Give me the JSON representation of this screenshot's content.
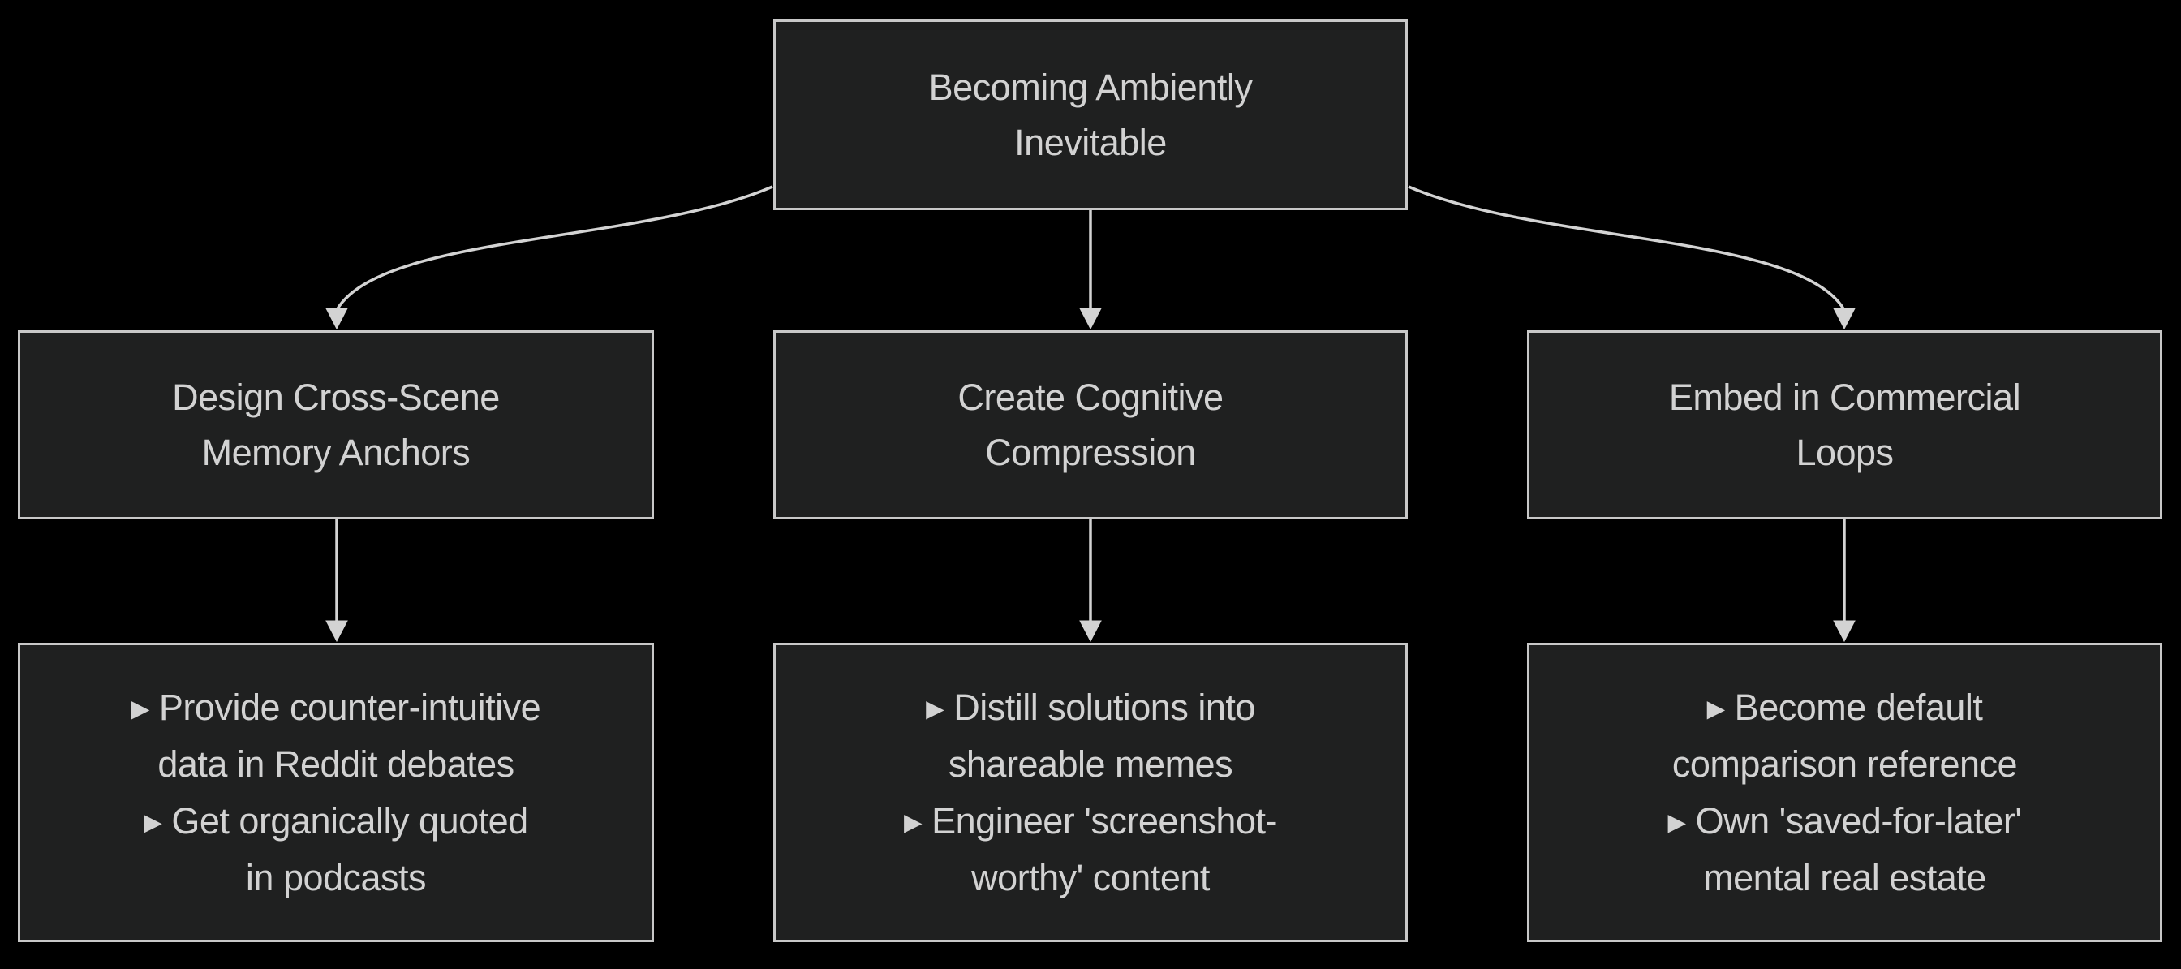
{
  "diagram": {
    "title_node": {
      "lines": [
        "Becoming Ambiently",
        "Inevitable"
      ]
    },
    "branches": [
      {
        "id": "memory-anchors",
        "lines": [
          "Design Cross-Scene",
          "Memory Anchors"
        ],
        "tactics_lines": [
          "▸ Provide counter-intuitive",
          "data in Reddit debates",
          "▸ Get organically quoted",
          "in podcasts"
        ]
      },
      {
        "id": "cognitive-compression",
        "lines": [
          "Create Cognitive",
          "Compression"
        ],
        "tactics_lines": [
          "▸ Distill solutions into",
          "shareable memes",
          "▸ Engineer 'screenshot-",
          "worthy' content"
        ]
      },
      {
        "id": "commercial-loops",
        "lines": [
          "Embed in Commercial",
          "Loops"
        ],
        "tactics_lines": [
          "▸ Become default",
          "comparison reference",
          "▸ Own 'saved-for-later'",
          "mental real estate"
        ]
      }
    ],
    "bullet_glyph": "▸",
    "colors": {
      "background": "#000000",
      "node_fill": "#1f2020",
      "node_border": "#c8c8c8",
      "line": "#d3d3d3",
      "text": "#d2d2d2"
    }
  }
}
